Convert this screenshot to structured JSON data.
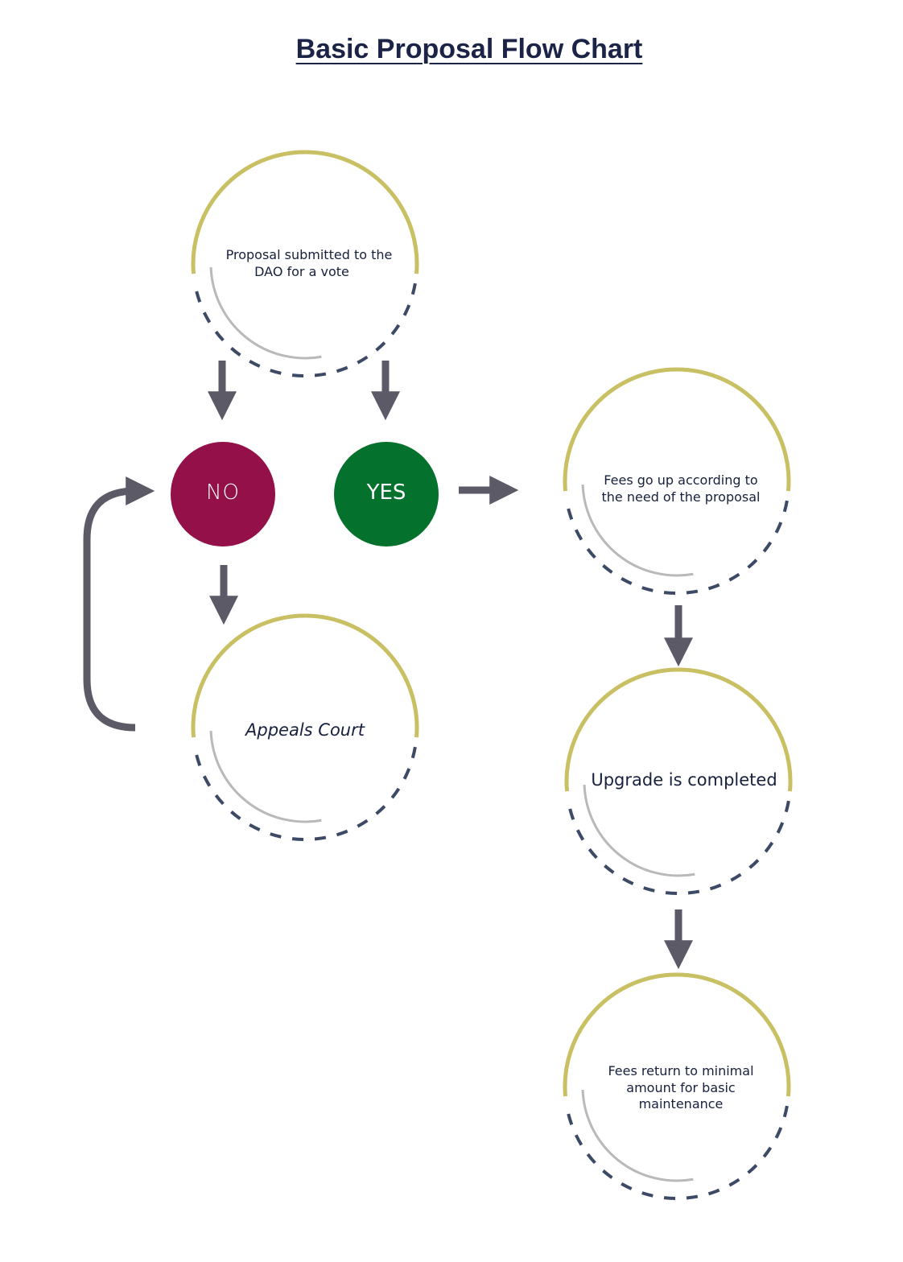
{
  "title": "Basic Proposal Flow Chart",
  "colors": {
    "title": "#1b2447",
    "ring_solid": "#c8c063",
    "ring_dashed": "#3c4a66",
    "ring_inner": "#b9b9b9",
    "arrow": "#5c5a66",
    "no": "#941048",
    "yes": "#04712d"
  },
  "nodes": {
    "proposal": {
      "label_line1": "Proposal submitted to the",
      "label_line2": "DAO for a vote"
    },
    "no": {
      "label": "NO"
    },
    "yes": {
      "label": "YES"
    },
    "appeals": {
      "label": "Appeals Court"
    },
    "fees_up": {
      "label_line1": "Fees go up according to",
      "label_line2": "the need of the proposal"
    },
    "upgrade": {
      "label": "Upgrade is completed"
    },
    "fees_return": {
      "label_line1": "Fees return to minimal",
      "label_line2": "amount for basic",
      "label_line3": "maintenance"
    }
  }
}
